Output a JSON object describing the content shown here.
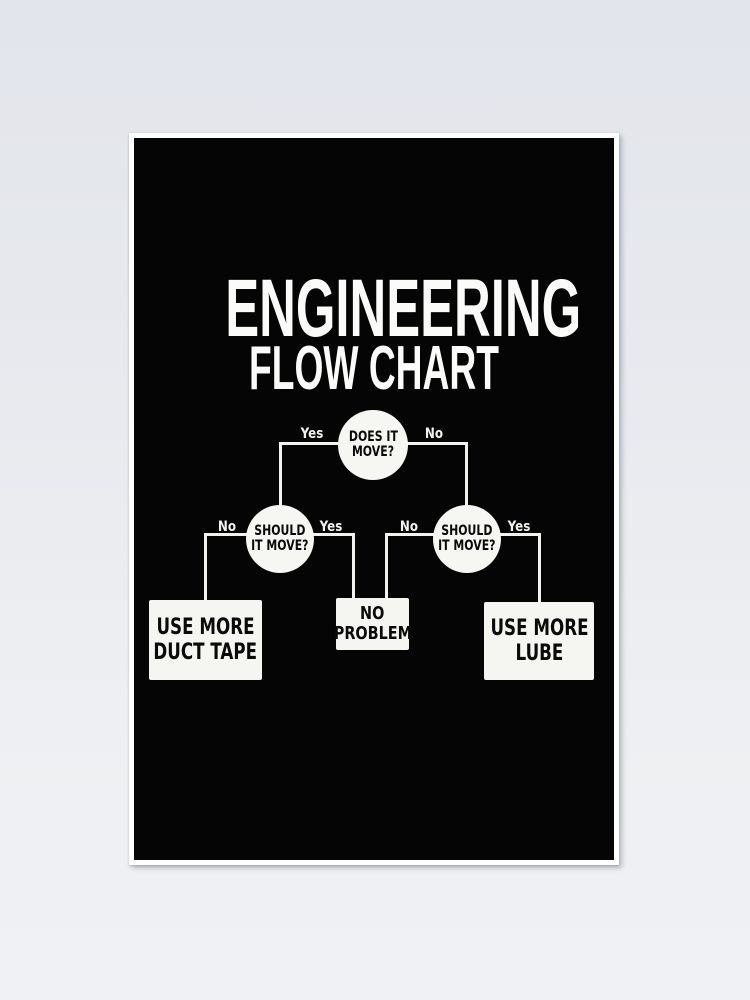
{
  "poster": {
    "title_line1": "ENGINEERING",
    "title_line2": "FLOW CHART",
    "flowchart": {
      "decisions": {
        "root": {
          "line1": "DOES IT",
          "line2": "MOVE?"
        },
        "left": {
          "line1": "SHOULD",
          "line2": "IT MOVE?"
        },
        "right": {
          "line1": "SHOULD",
          "line2": "IT MOVE?"
        }
      },
      "edge_labels": {
        "root_yes": "Yes",
        "root_no": "No",
        "left_no": "No",
        "left_yes": "Yes",
        "right_no": "No",
        "right_yes": "Yes"
      },
      "outcomes": {
        "duct_tape": {
          "line1": "USE MORE",
          "line2": "DUCT TAPE"
        },
        "no_problem": {
          "line1": "NO",
          "line2": "PROBLEM"
        },
        "lube": {
          "line1": "USE MORE",
          "line2": "LUBE"
        }
      },
      "links": [
        {
          "from": "DOES IT MOVE?",
          "answer": "Yes",
          "to": "SHOULD IT MOVE? (left)"
        },
        {
          "from": "DOES IT MOVE?",
          "answer": "No",
          "to": "SHOULD IT MOVE? (right)"
        },
        {
          "from": "SHOULD IT MOVE? (left)",
          "answer": "No",
          "to": "USE MORE DUCT TAPE"
        },
        {
          "from": "SHOULD IT MOVE? (left)",
          "answer": "Yes",
          "to": "NO PROBLEM"
        },
        {
          "from": "SHOULD IT MOVE? (right)",
          "answer": "No",
          "to": "NO PROBLEM"
        },
        {
          "from": "SHOULD IT MOVE? (right)",
          "answer": "Yes",
          "to": "USE MORE LUBE"
        }
      ]
    },
    "colors": {
      "wall": "#e7e9ee",
      "poster_background": "#050505",
      "poster_border": "#ffffff",
      "ink": "#f5f5f2"
    }
  }
}
